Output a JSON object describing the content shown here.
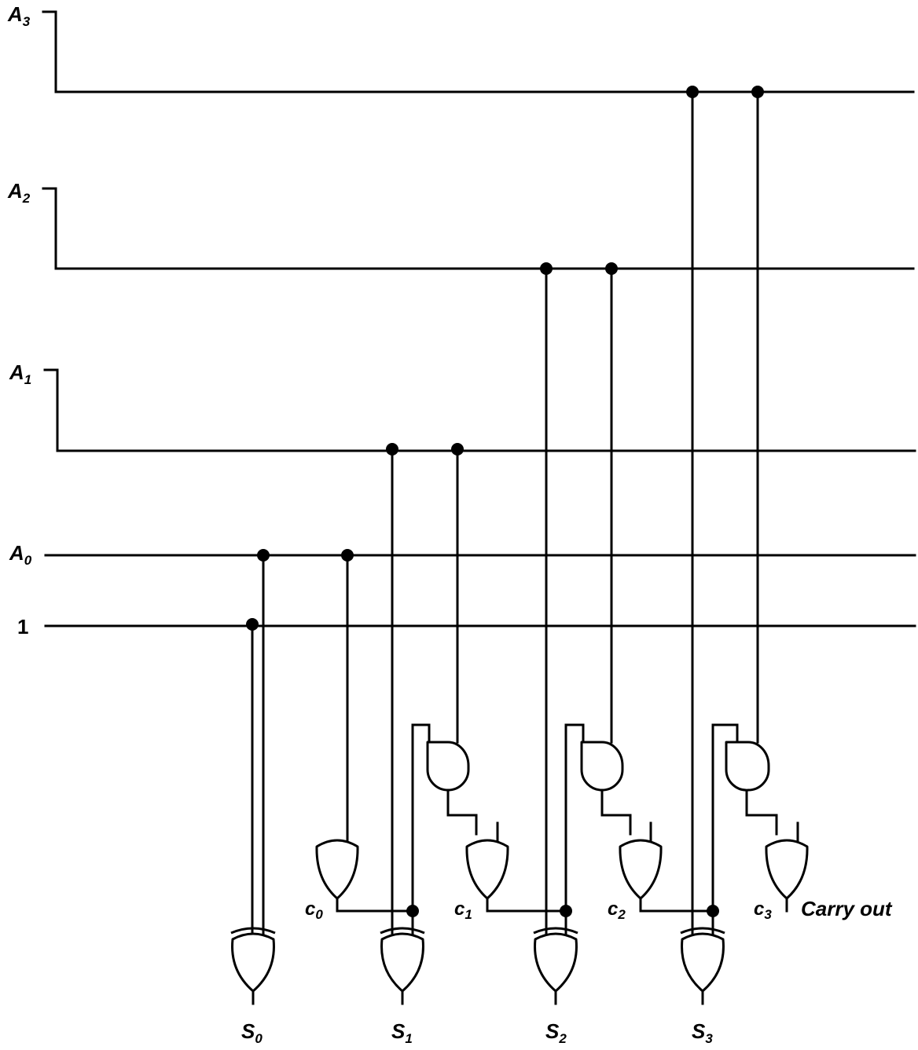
{
  "labels": {
    "inputs": {
      "a3": {
        "main": "A",
        "sub": "3"
      },
      "a2": {
        "main": "A",
        "sub": "2"
      },
      "a1": {
        "main": "A",
        "sub": "1"
      },
      "a0": {
        "main": "A",
        "sub": "0"
      },
      "one": "1"
    },
    "carries": {
      "c0": {
        "main": "c",
        "sub": "0"
      },
      "c1": {
        "main": "c",
        "sub": "1"
      },
      "c2": {
        "main": "c",
        "sub": "2"
      },
      "c3": {
        "main": "c",
        "sub": "3"
      }
    },
    "outputs": {
      "s0": {
        "main": "S",
        "sub": "0"
      },
      "s1": {
        "main": "S",
        "sub": "1"
      },
      "s2": {
        "main": "S",
        "sub": "2"
      },
      "s3": {
        "main": "S",
        "sub": "3"
      }
    },
    "carry_out": "Carry out"
  },
  "gates": {
    "xor": [
      "S0",
      "S1",
      "S2",
      "S3"
    ],
    "or": [
      "c0",
      "c1",
      "c2",
      "c3"
    ],
    "and": [
      "stage-1",
      "stage-2",
      "stage-3"
    ]
  }
}
